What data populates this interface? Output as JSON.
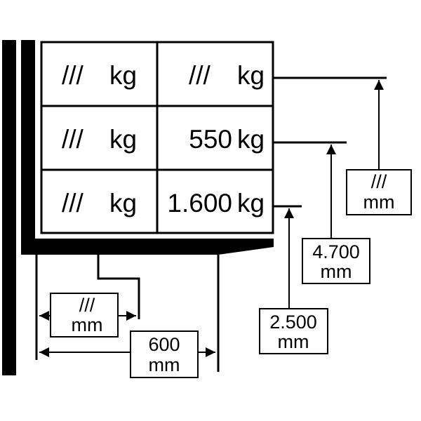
{
  "load_table": {
    "rows": [
      {
        "left_value": "///",
        "left_unit": "kg",
        "right_value": "///",
        "right_unit": "kg"
      },
      {
        "left_value": "///",
        "left_unit": "kg",
        "right_value": "550",
        "right_unit": "kg"
      },
      {
        "left_value": "///",
        "left_unit": "kg",
        "right_value": "1.600",
        "right_unit": "kg"
      }
    ]
  },
  "heights": [
    {
      "value": "///",
      "unit": "mm"
    },
    {
      "value": "4.700",
      "unit": "mm"
    },
    {
      "value": "2.500",
      "unit": "mm"
    }
  ],
  "distances": {
    "fork_offset": {
      "value": "///",
      "unit": "mm"
    },
    "load_center": {
      "value": "600",
      "unit": "mm"
    }
  },
  "colors": {
    "ink": "#000000",
    "background": "#ffffff"
  }
}
